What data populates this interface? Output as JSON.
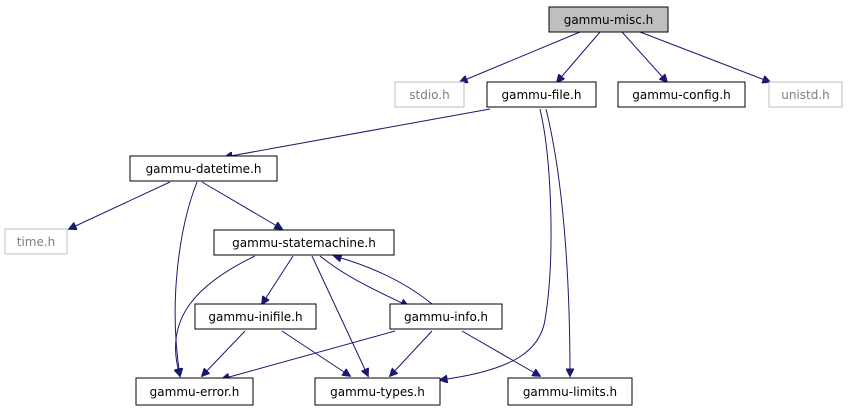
{
  "colors": {
    "edge": "#191970",
    "node_border": "#000000",
    "external_border": "#bfbfbf",
    "external_text": "#7f7f7f",
    "highlight_fill": "#bfbfbf",
    "node_fill": "#ffffff",
    "text": "#000000"
  },
  "nodes": [
    {
      "id": "misc",
      "label": "gammu-misc.h",
      "kind": "highlight"
    },
    {
      "id": "stdio",
      "label": "stdio.h",
      "kind": "external"
    },
    {
      "id": "file",
      "label": "gammu-file.h",
      "kind": "normal"
    },
    {
      "id": "config",
      "label": "gammu-config.h",
      "kind": "normal"
    },
    {
      "id": "unistd",
      "label": "unistd.h",
      "kind": "external"
    },
    {
      "id": "datetime",
      "label": "gammu-datetime.h",
      "kind": "normal"
    },
    {
      "id": "time",
      "label": "time.h",
      "kind": "external"
    },
    {
      "id": "statemachine",
      "label": "gammu-statemachine.h",
      "kind": "normal"
    },
    {
      "id": "inifile",
      "label": "gammu-inifile.h",
      "kind": "normal"
    },
    {
      "id": "info",
      "label": "gammu-info.h",
      "kind": "normal"
    },
    {
      "id": "error",
      "label": "gammu-error.h",
      "kind": "normal"
    },
    {
      "id": "types",
      "label": "gammu-types.h",
      "kind": "normal"
    },
    {
      "id": "limits",
      "label": "gammu-limits.h",
      "kind": "normal"
    }
  ],
  "edges": [
    {
      "from": "misc",
      "to": "stdio"
    },
    {
      "from": "misc",
      "to": "file"
    },
    {
      "from": "misc",
      "to": "config"
    },
    {
      "from": "misc",
      "to": "unistd"
    },
    {
      "from": "file",
      "to": "datetime"
    },
    {
      "from": "file",
      "to": "types"
    },
    {
      "from": "file",
      "to": "limits"
    },
    {
      "from": "datetime",
      "to": "time"
    },
    {
      "from": "datetime",
      "to": "statemachine"
    },
    {
      "from": "datetime",
      "to": "error"
    },
    {
      "from": "statemachine",
      "to": "inifile"
    },
    {
      "from": "statemachine",
      "to": "info"
    },
    {
      "from": "statemachine",
      "to": "error"
    },
    {
      "from": "statemachine",
      "to": "types"
    },
    {
      "from": "info",
      "to": "statemachine"
    },
    {
      "from": "info",
      "to": "error"
    },
    {
      "from": "info",
      "to": "types"
    },
    {
      "from": "info",
      "to": "limits"
    },
    {
      "from": "inifile",
      "to": "error"
    },
    {
      "from": "inifile",
      "to": "types"
    }
  ]
}
